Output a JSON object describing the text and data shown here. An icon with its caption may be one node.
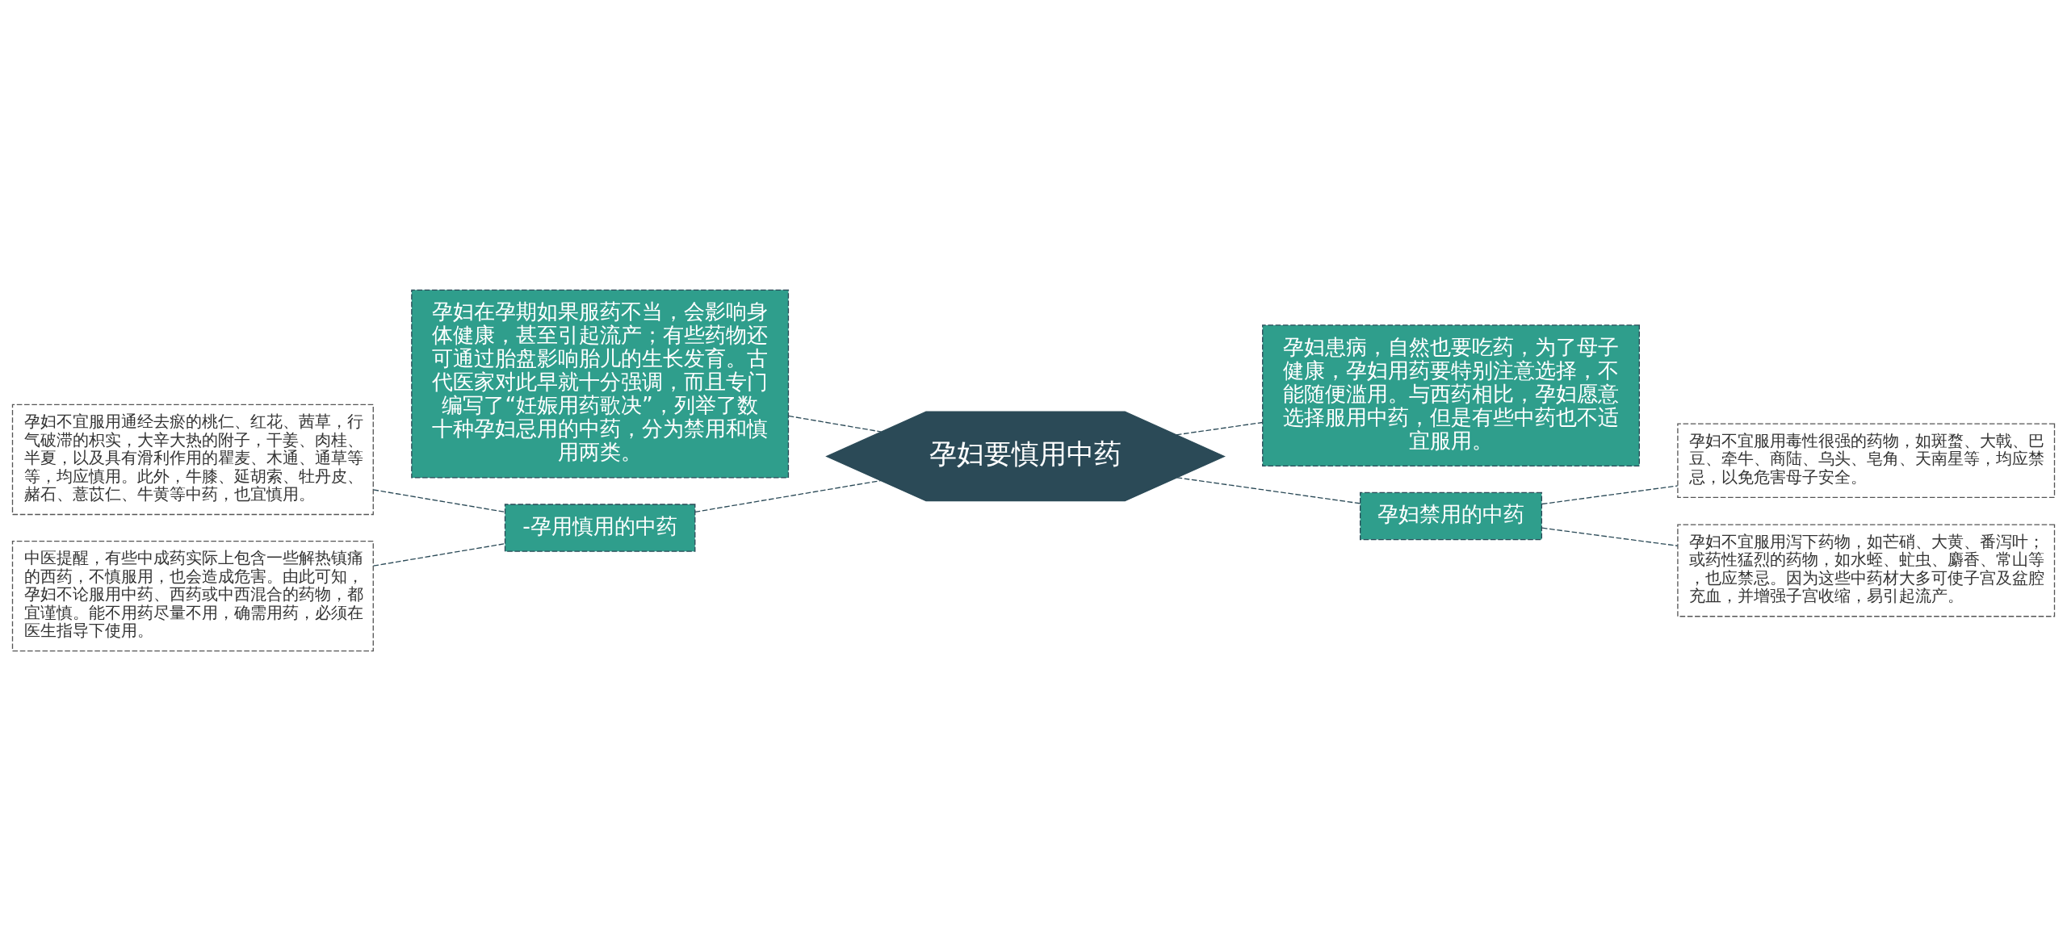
{
  "diagram": {
    "nodes": [
      {
        "text": [
          "孕妇要慎用中药"
        ]
      },
      {
        "text": [
          "孕妇在孕期如果服药不当，会影响身体健康，甚至引起流产；有些药物还可通过胎盘影响胎儿的生长发育。古代医家对此早就十分强调，而且专门编写了“妊娠用药歌决”，列举了数十种孕妇忌用的中药，分为禁用和慎用两类。"
        ]
      },
      {
        "text": [
          "-孕用慎用的中药"
        ]
      },
      {
        "text": [
          "孕妇不宜服用通经去瘀的桃仁、红花、茜草，行气破滞的枳实，大辛大热的附子，干姜、肉桂、半夏，以及具有滑利作用的瞿麦、木通、通草等等，均应慎用。此外，牛膝、延胡索、牡丹皮、赭石、薏苡仁、牛黄等中药，也宜慎用。"
        ]
      },
      {
        "text": [
          "中医提醒，有些中成药实际上包含一些解热镇痛的西药，不慎服用，也会造成危害。由此可知，孕妇不论服用中药、西药或中西混合的药物，都宜谨慎。能不用药尽量不用，确需用药，必须在医生指导下使用。"
        ]
      },
      {
        "text": [
          "孕妇患病，自然也要吃药，为了母子健康，孕妇用药要特别注意选择，不能随便滥用。与西药相比，孕妇愿意选择服用中药，但是有些中药也不适宜服用。"
        ]
      },
      {
        "text": [
          "孕妇禁用的中药"
        ]
      },
      {
        "text": [
          "孕妇不宜服用毒性很强的药物，如斑蝥、大戟、巴豆、牵牛、商陆、乌头、皂角、天南星等，均应禁忌，以免危害母子安全。"
        ]
      },
      {
        "text": [
          "孕妇不宜服用泻下药物，如芒硝、大黄、番泻叶；或药性猛烈的药物，如水蛭、虻虫、麝香、常山等，也应禁忌。因为这些中药材大多可使子宫及盆腔充血，并增强子宫收缩，易引起流产。"
        ]
      }
    ],
    "edges": [
      {
        "from": 1,
        "to": 0,
        "arrow": "none"
      },
      {
        "from": 2,
        "to": 0,
        "arrow": "none"
      },
      {
        "from": 3,
        "to": 2,
        "arrow": "none"
      },
      {
        "from": 4,
        "to": 2,
        "arrow": "none"
      },
      {
        "from": 0,
        "to": 5,
        "arrow": "none"
      },
      {
        "from": 0,
        "to": 6,
        "arrow": "none"
      },
      {
        "from": 6,
        "to": 7,
        "arrow": "none"
      },
      {
        "from": 6,
        "to": 8,
        "arrow": "none"
      }
    ]
  }
}
